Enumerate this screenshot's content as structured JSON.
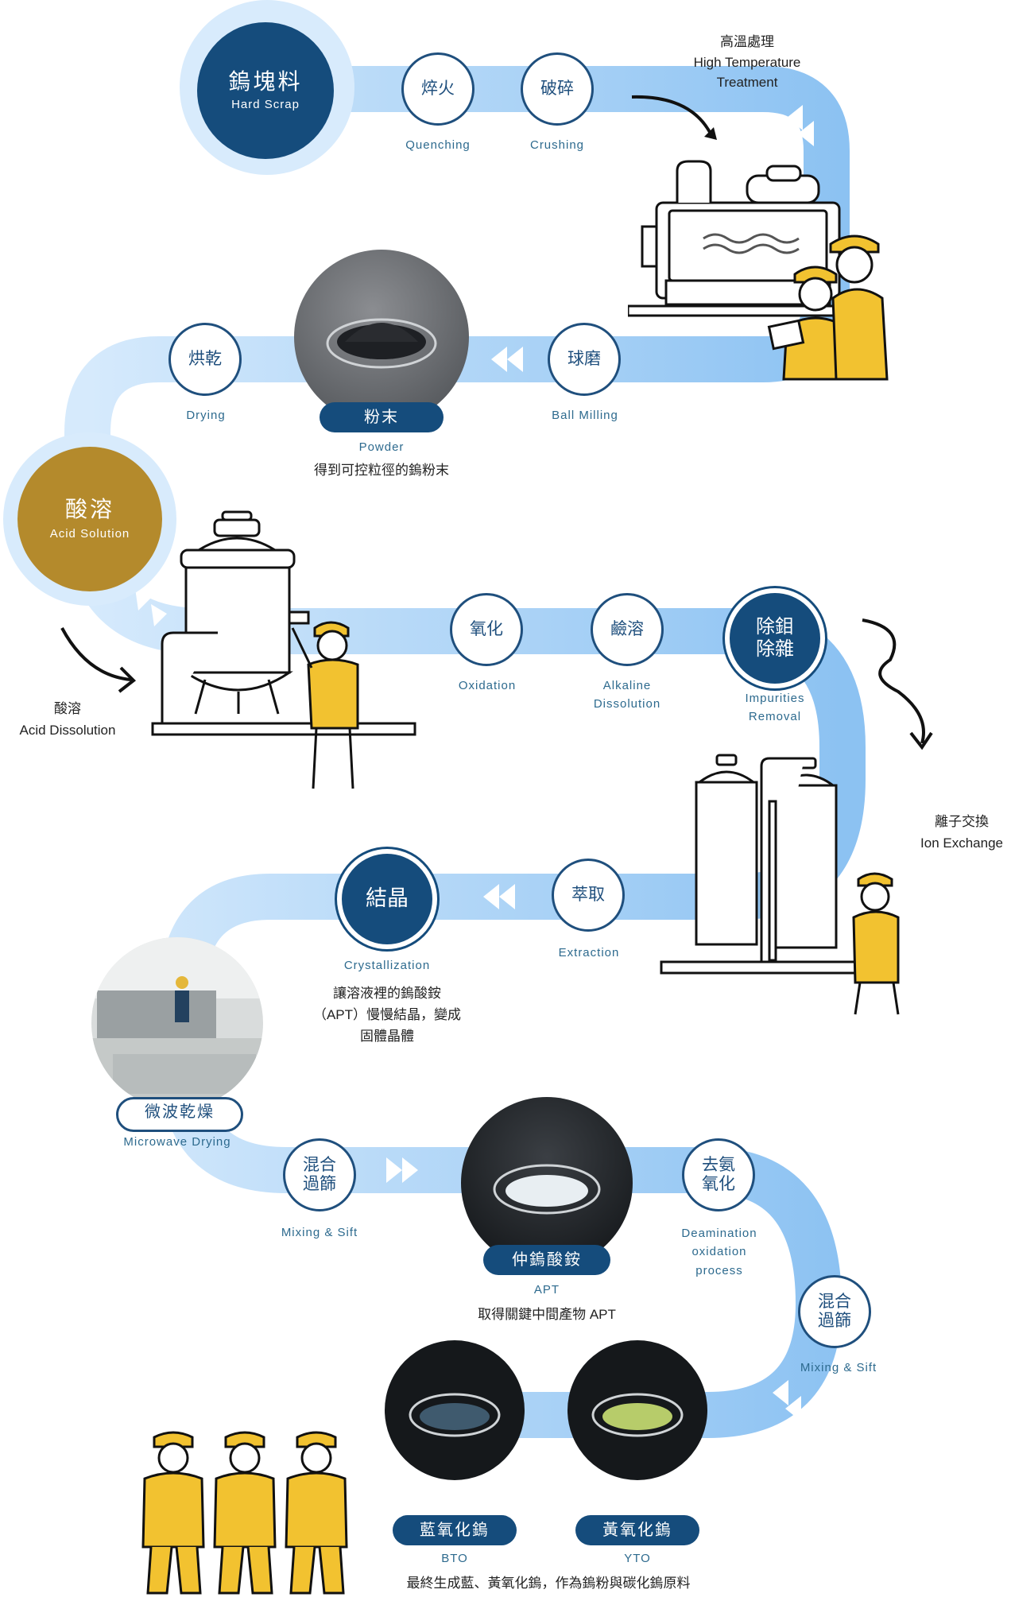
{
  "start": {
    "title": "鎢塊料",
    "subtitle": "Hard Scrap"
  },
  "quench": {
    "label": "焠火",
    "caption": "Quenching"
  },
  "crush": {
    "label": "破碎",
    "caption": "Crushing"
  },
  "high_temp": {
    "zh": "高溫處理",
    "en1": "High Temperature",
    "en2": "Treatment"
  },
  "ball_mill": {
    "label": "球磨",
    "caption": "Ball Milling"
  },
  "powder": {
    "pill": "粉末",
    "caption": "Powder",
    "desc": "得到可控粒徑的鎢粉末"
  },
  "drying": {
    "label": "烘乾",
    "caption": "Drying"
  },
  "acid_solution": {
    "title": "酸溶",
    "subtitle": "Acid Solution"
  },
  "acid_dissolution": {
    "zh": "酸溶",
    "en": "Acid Dissolution"
  },
  "oxidation": {
    "label": "氧化",
    "caption": "Oxidation"
  },
  "alkaline": {
    "label": "鹼溶",
    "caption1": "Alkaline",
    "caption2": "Dissolution"
  },
  "impurities": {
    "line1": "除鉬",
    "line2": "除雜",
    "caption1": "Impurities",
    "caption2": "Removal"
  },
  "ion_exchange": {
    "zh": "離子交換",
    "en": "Ion Exchange"
  },
  "extraction": {
    "label": "萃取",
    "caption": "Extraction"
  },
  "crystallization": {
    "label": "結晶",
    "caption": "Crystallization",
    "desc1": "讓溶液裡的鎢酸銨",
    "desc2": "（APT）慢慢結晶，變成",
    "desc3": "固體晶體"
  },
  "microwave": {
    "pill": "微波乾燥",
    "caption": "Microwave Drying"
  },
  "mix1": {
    "line1": "混合",
    "line2": "過篩",
    "caption": "Mixing & Sift"
  },
  "apt": {
    "pill": "仲鎢酸銨",
    "caption": "APT",
    "desc": "取得關鍵中間產物 APT"
  },
  "deamination": {
    "line1": "去氨",
    "line2": "氧化",
    "caption1": "Deamination",
    "caption2": "oxidation",
    "caption3": "process"
  },
  "mix2": {
    "line1": "混合",
    "line2": "過篩",
    "caption": "Mixing & Sift"
  },
  "bto": {
    "pill": "藍氧化鎢",
    "caption": "BTO"
  },
  "yto": {
    "pill": "黃氧化鎢",
    "caption": "YTO"
  },
  "final_desc": "最終生成藍、黃氧化鎢，作為鎢粉與碳化鎢原料",
  "colors": {
    "navy": "#154c7c",
    "gold": "#b48a2c",
    "path": "#a9d1f5",
    "yellow": "#f2c230"
  }
}
